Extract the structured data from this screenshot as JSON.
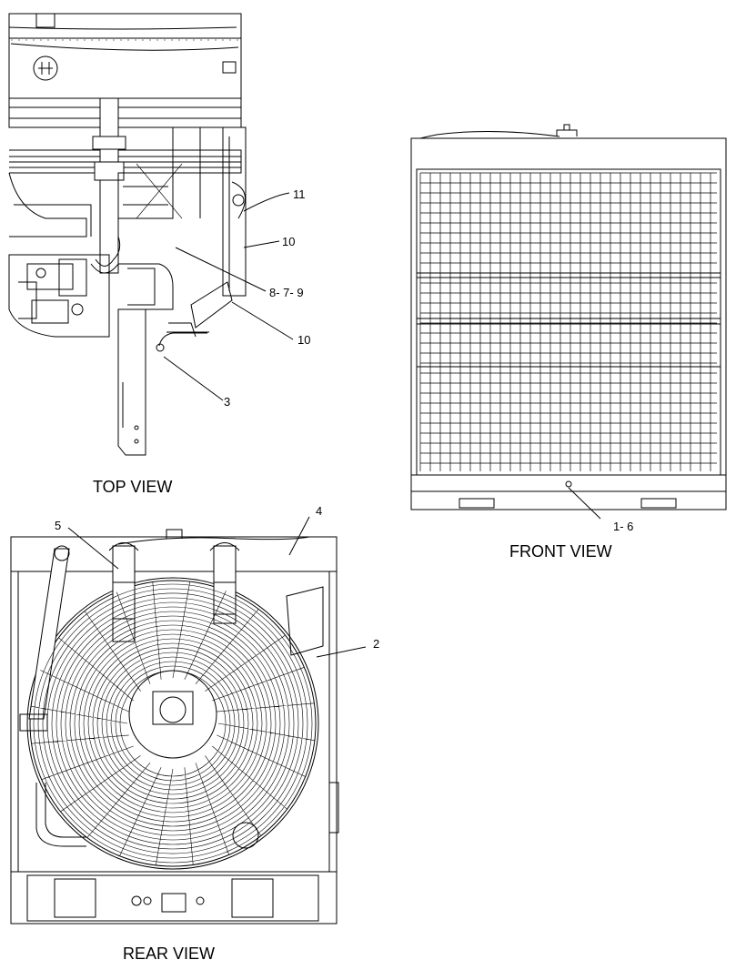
{
  "views": {
    "top": {
      "title": "TOP VIEW"
    },
    "front": {
      "title": "FRONT VIEW"
    },
    "rear": {
      "title": "REAR VIEW"
    }
  },
  "callouts": {
    "c11": "11",
    "c10a": "10",
    "c879": "8- 7- 9",
    "c10b": "10",
    "c3": "3",
    "c16": "1- 6",
    "c4": "4",
    "c5": "5",
    "c2": "2"
  }
}
